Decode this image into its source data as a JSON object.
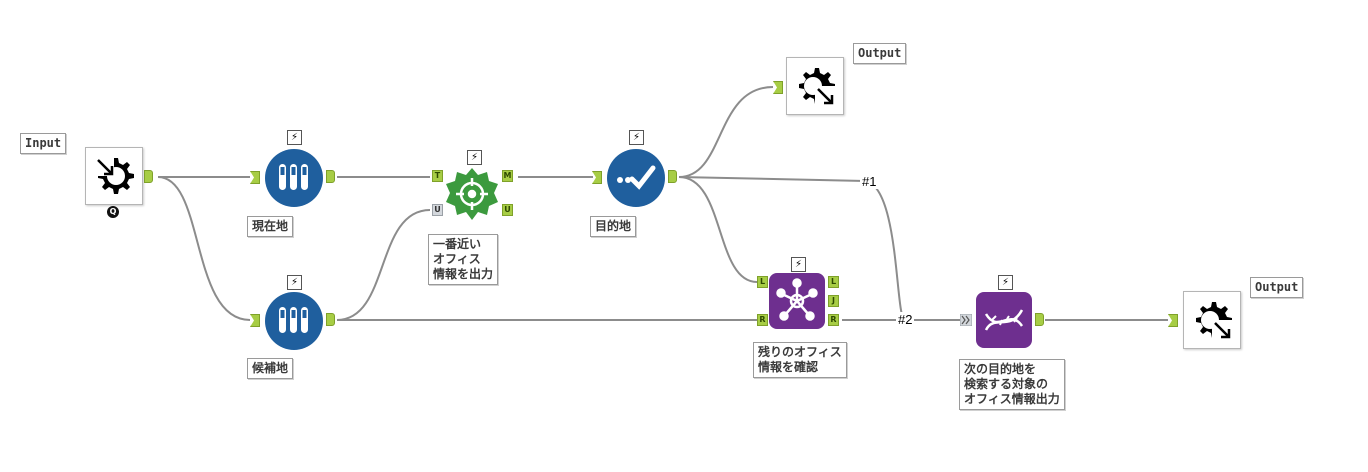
{
  "colors": {
    "wire": "#8c8c8c",
    "anchor": "#a7cd45",
    "blue_tool": "#1f5f9e",
    "green_tool": "#3c9a3e",
    "purple_tool": "#6e2f8f"
  },
  "nodes": {
    "input": {
      "label": "Input",
      "icon": "input-gear-icon",
      "badge": "Q"
    },
    "current": {
      "label": "現在地",
      "icon": "test-tubes-icon"
    },
    "candidates": {
      "label": "候補地",
      "icon": "test-tubes-icon"
    },
    "nearest": {
      "label": "一番近い\nオフィス\n情報を出力",
      "icon": "find-nearest-icon",
      "anchors": [
        "T",
        "U",
        "M",
        "U"
      ]
    },
    "destination": {
      "label": "目的地",
      "icon": "select-check-icon"
    },
    "output_top": {
      "label": "Output",
      "icon": "output-gear-icon"
    },
    "join": {
      "label": "残りのオフィス\n情報を確認",
      "icon": "join-network-icon",
      "anchors": [
        "L",
        "R",
        "L",
        "J",
        "R"
      ]
    },
    "formula": {
      "label": "次の目的地を\n検索する対象の\nオフィス情報出力",
      "icon": "dna-icon"
    },
    "output_bottom": {
      "label": "Output",
      "icon": "output-gear-icon"
    }
  },
  "connections": {
    "one": "#1",
    "two": "#2"
  },
  "lightning_glyph": "⚡"
}
